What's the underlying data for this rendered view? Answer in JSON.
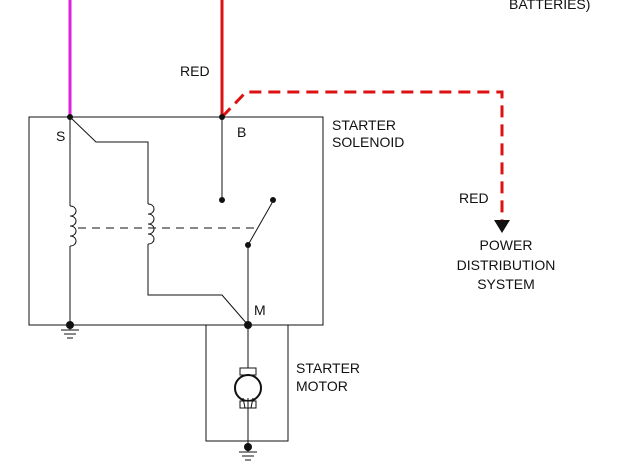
{
  "labels": {
    "batteries_fragment": "BATTERIES)",
    "wire_red_top": "RED",
    "wire_red_right": "RED",
    "terminal_s": "S",
    "terminal_b": "B",
    "terminal_m": "M",
    "solenoid_line1": "STARTER",
    "solenoid_line2": "SOLENOID",
    "pds_line1": "POWER",
    "pds_line2": "DISTRIBUTION",
    "pds_line3": "SYSTEM",
    "motor_line1": "STARTER",
    "motor_line2": "MOTOR"
  },
  "colors": {
    "wire_magenta": "#dd22dd",
    "wire_red": "#dd1111",
    "line": "#111111",
    "background": "#ffffff"
  }
}
